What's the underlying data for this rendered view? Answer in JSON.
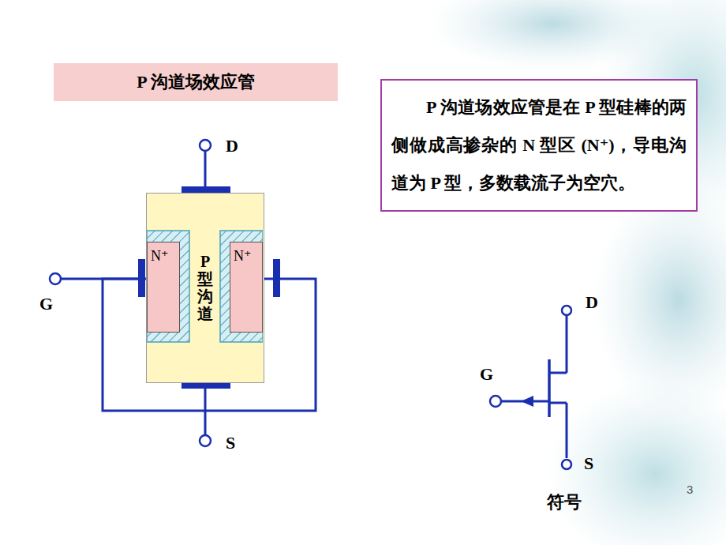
{
  "diagram": {
    "title": "P 沟道场效应管",
    "nodes": [
      {
        "text": [
          "P 沟道场效应管"
        ]
      },
      {
        "text": [
          "P 沟道场效应管是在 P 型硅棒的两侧做成高掺杂的 N 型区 (N⁺)，导电沟道为 P 型，多数载流子为空穴。"
        ]
      },
      {
        "text": [
          "P 型沟道"
        ]
      },
      {
        "text": [
          "N⁺"
        ],
        "in": 2
      },
      {
        "text": [
          "N⁺"
        ],
        "in": 2
      }
    ],
    "edges": [
      {
        "from": 3,
        "to": 4,
        "arrow": "none"
      }
    ],
    "labels": [
      "D",
      "G",
      "S",
      "D",
      "G",
      "S",
      "符号",
      "3"
    ]
  }
}
